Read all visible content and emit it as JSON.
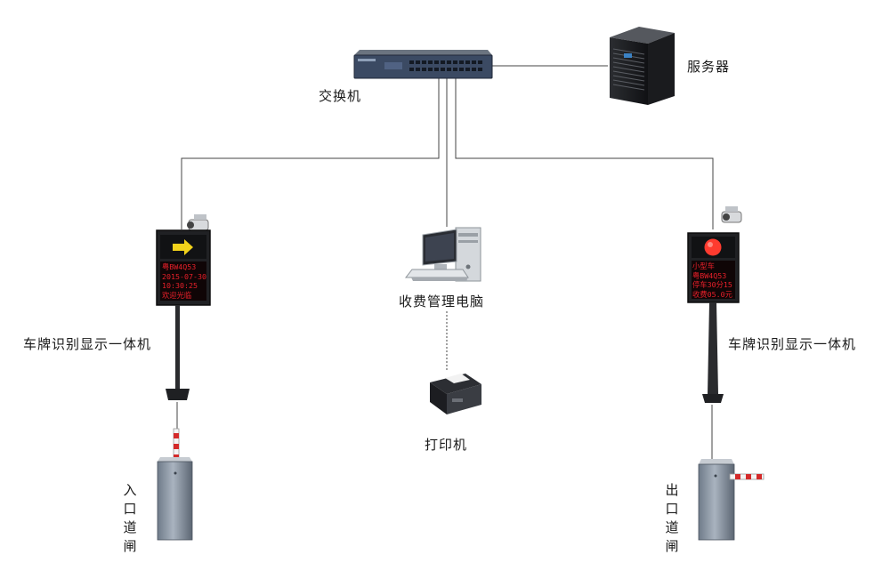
{
  "nodes": {
    "switch": {
      "label": "交换机"
    },
    "server": {
      "label": "服务器"
    },
    "pc": {
      "label": "收费管理电脑"
    },
    "printer": {
      "label": "打印机"
    },
    "entry_terminal": {
      "label": "车牌识别显示一体机",
      "led_lines": [
        "粤BW4Q53",
        "2015-07-30",
        "10:30:25",
        "欢迎光临"
      ]
    },
    "exit_terminal": {
      "label": "车牌识别显示一体机",
      "led_lines": [
        "小型车",
        "粤BW4Q53",
        "停车30分15",
        "收费05.0元"
      ]
    },
    "entry_gate": {
      "label": "入口道闸"
    },
    "exit_gate": {
      "label": "出口道闸"
    }
  },
  "colors": {
    "led_text": "#e8202a",
    "arrow": "#f2d21b",
    "signal_light": "#ff3b2f",
    "barrier_stripe": "#d42a2a"
  }
}
